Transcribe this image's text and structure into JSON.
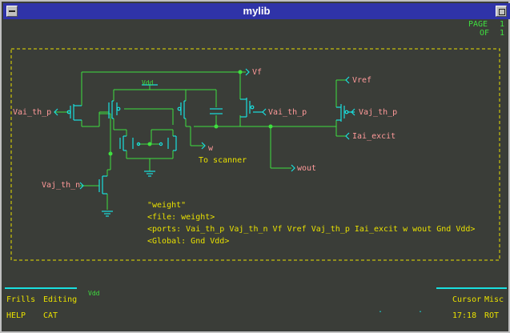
{
  "window": {
    "title": "mylib"
  },
  "page_info": {
    "page_label": "PAGE",
    "page_num": "1",
    "of_label": "OF",
    "of_num": "1"
  },
  "pins": {
    "vf": "Vf",
    "vai_th_p_left": "Vai_th_p",
    "vai_th_p_mid": "Vai_th_p",
    "vref": "Vref",
    "vaj_th_p": "Vaj_th_p",
    "iai_excit": "Iai_excit",
    "w": "w",
    "wout": "wout",
    "vaj_th_n": "Vaj_th_n",
    "vdd_top": "Vdd"
  },
  "notes": {
    "to_scanner": "To scanner",
    "weight": "\"weight\"",
    "file": "<file: weight>",
    "ports": "<ports: Vai_th_p Vaj_th_n Vf Vref Vaj_th_p Iai_excit w wout Gnd Vdd>",
    "global": "<Global: Gnd Vdd>"
  },
  "footer": {
    "frills": "Frills",
    "editing": "Editing",
    "help": "HELP",
    "cat": "CAT",
    "cursor": "Cursor",
    "misc": "Misc",
    "time": "17:18",
    "rot": "ROT"
  },
  "palette": {
    "vdd_label": "Vdd"
  },
  "colors": {
    "background": "#3a3d38",
    "title_bar": "#2f33a8",
    "wire": "#3fe03f",
    "component": "#19e0e0",
    "label": "#ff9a9a",
    "frame": "#e8e000"
  }
}
